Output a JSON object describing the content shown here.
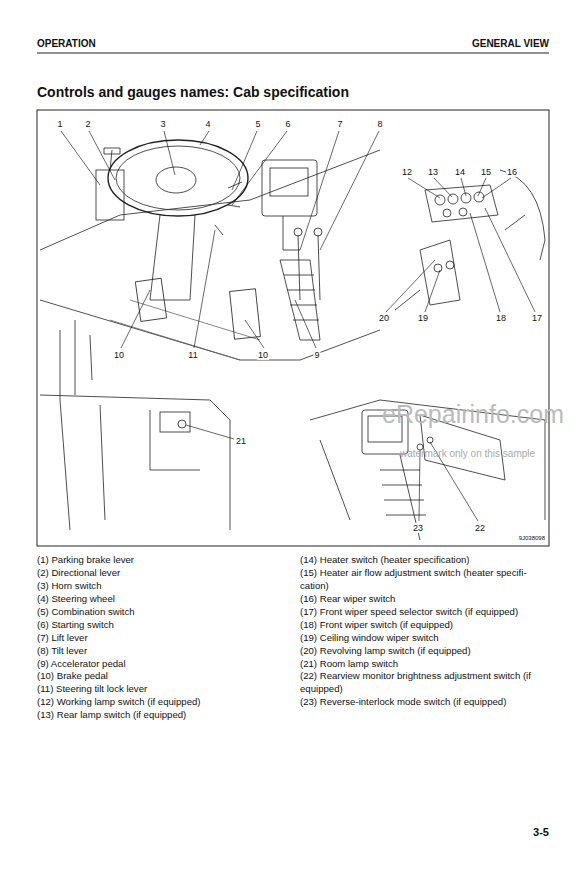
{
  "diagram": {
    "title": "Controls and gauges names: Cab specification",
    "labels": [
      "OPERATION",
      "GENERAL VIEW",
      "1",
      "2",
      "3",
      "4",
      "5",
      "6",
      "7",
      "8",
      "12",
      "13",
      "14",
      "15",
      "16",
      "20",
      "19",
      "18",
      "17",
      "10",
      "11",
      "10",
      "9",
      "21",
      "23",
      "22",
      "9J038098",
      "(1) Parking brake lever",
      "(2) Directional lever",
      "(3) Horn switch",
      "(4) Steering wheel",
      "(5) Combination switch",
      "(6) Starting switch",
      "(7) Lift lever",
      "(8) Tilt lever",
      "(9) Accelerator pedal",
      "(10) Brake pedal",
      "(11) Steering tilt lock lever",
      "(12) Working lamp switch (if equipped)",
      "(13) Rear lamp switch (if equipped)",
      "(14) Heater switch (heater specification)",
      "(15) Heater air flow adjustment switch (heater specifi- cation)",
      "(16) Rear wiper switch",
      "(17) Front wiper speed selector switch (if equipped)",
      "(18) Front wiper switch (if equipped)",
      "(19) Ceiling window wiper switch",
      "(20) Revolving lamp switch (if equipped)",
      "(21) Room lamp switch",
      "(22) Rearview monitor brightness adjustment switch (if equipped)",
      "(23) Reverse-interlock mode switch (if equipped)",
      "3-5",
      "eRepairinfo.com",
      "watermark only on this sample"
    ]
  }
}
